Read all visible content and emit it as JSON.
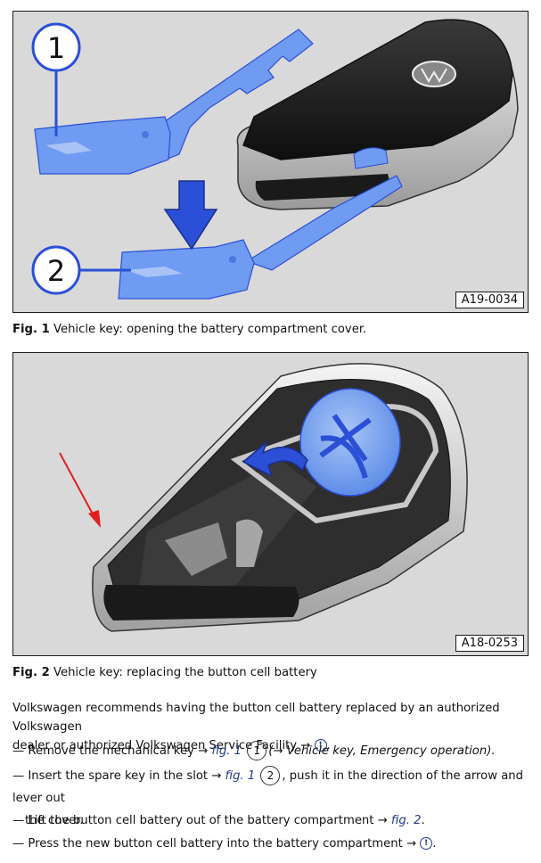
{
  "figure1": {
    "code": "A19-0034",
    "callout1": "1",
    "callout2": "2",
    "logo_icon": "vw-logo-icon",
    "caption_label": "Fig. 1",
    "caption_text": "Vehicle key: opening the battery compartment cover."
  },
  "figure2": {
    "code": "A18-0253",
    "caption_label": "Fig. 2",
    "caption_text": "Vehicle key: replacing the button cell battery"
  },
  "intro": {
    "line1": "Volkswagen recommends having the button cell battery replaced by an authorized Volkswagen",
    "line2": "dealer or authorized Volkswagen Service Facility →",
    "warn_icon": "warning-icon",
    "end": "."
  },
  "steps": [
    {
      "dash": "—",
      "pre": "Remove the mechanical key →",
      "ref": "fig. 1",
      "circ": "1",
      "post": "(→ Vehicle key, Emergency operation)."
    },
    {
      "dash": "—",
      "pre": "Insert the spare key in the slot →",
      "ref": "fig. 1",
      "circ": "2",
      "post": ", push it in the direction of the arrow and lever out",
      "post2": "the cover."
    },
    {
      "dash": "—",
      "pre": "Lift the button cell battery out of the battery compartment →",
      "ref": "fig. 2",
      "post": "."
    },
    {
      "dash": "—",
      "pre": "Press the new button cell battery into the battery compartment →",
      "post": "."
    }
  ],
  "colors": {
    "key_blue": "#6f9bf2",
    "arrow_blue": "#2b4fd6",
    "callout_blue": "#2b4fd6",
    "arrow_red": "#e02020",
    "battery_blue": "#7aa6f0",
    "figure_bg": "#d9d9d9"
  }
}
